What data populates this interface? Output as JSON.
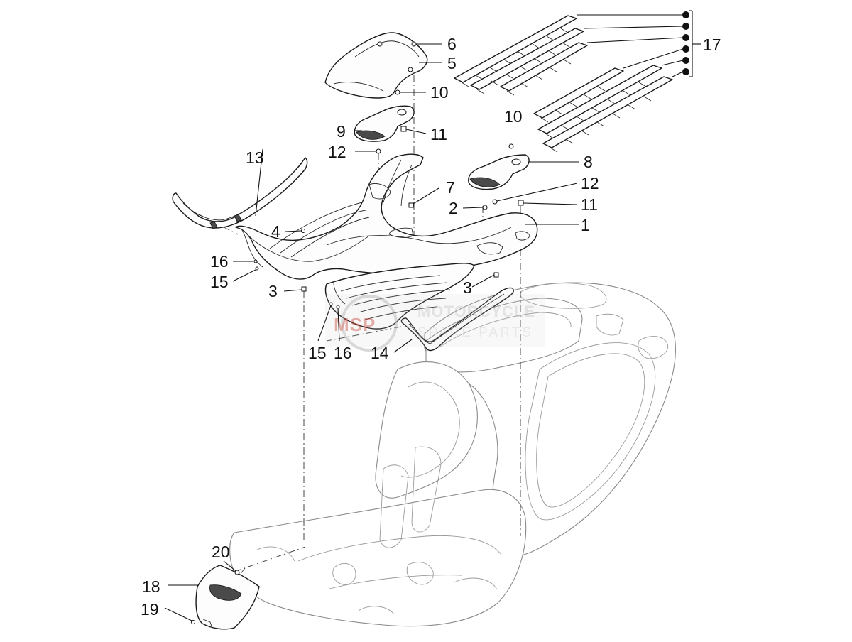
{
  "watermark": {
    "logo_text": "MSP",
    "line1": "MOTORCYCLE",
    "line2": "SPARE PARTS"
  },
  "callouts": [
    {
      "id": "c1",
      "label": "1"
    },
    {
      "id": "c2",
      "label": "2"
    },
    {
      "id": "c3a",
      "label": "3"
    },
    {
      "id": "c3b",
      "label": "3"
    },
    {
      "id": "c4",
      "label": "4"
    },
    {
      "id": "c5",
      "label": "5"
    },
    {
      "id": "c6",
      "label": "6"
    },
    {
      "id": "c7",
      "label": "7"
    },
    {
      "id": "c8",
      "label": "8"
    },
    {
      "id": "c9",
      "label": "9"
    },
    {
      "id": "c10a",
      "label": "10"
    },
    {
      "id": "c10b",
      "label": "10"
    },
    {
      "id": "c11a",
      "label": "11"
    },
    {
      "id": "c11b",
      "label": "11"
    },
    {
      "id": "c12a",
      "label": "12"
    },
    {
      "id": "c12b",
      "label": "12"
    },
    {
      "id": "c13",
      "label": "13"
    },
    {
      "id": "c14",
      "label": "14"
    },
    {
      "id": "c15a",
      "label": "15"
    },
    {
      "id": "c15b",
      "label": "15"
    },
    {
      "id": "c16a",
      "label": "16"
    },
    {
      "id": "c16b",
      "label": "16"
    },
    {
      "id": "c17",
      "label": "17"
    },
    {
      "id": "c18",
      "label": "18"
    },
    {
      "id": "c19",
      "label": "19"
    },
    {
      "id": "c20",
      "label": "20"
    }
  ],
  "colors": {
    "line": "#111111",
    "watermark": "#c0392b"
  }
}
